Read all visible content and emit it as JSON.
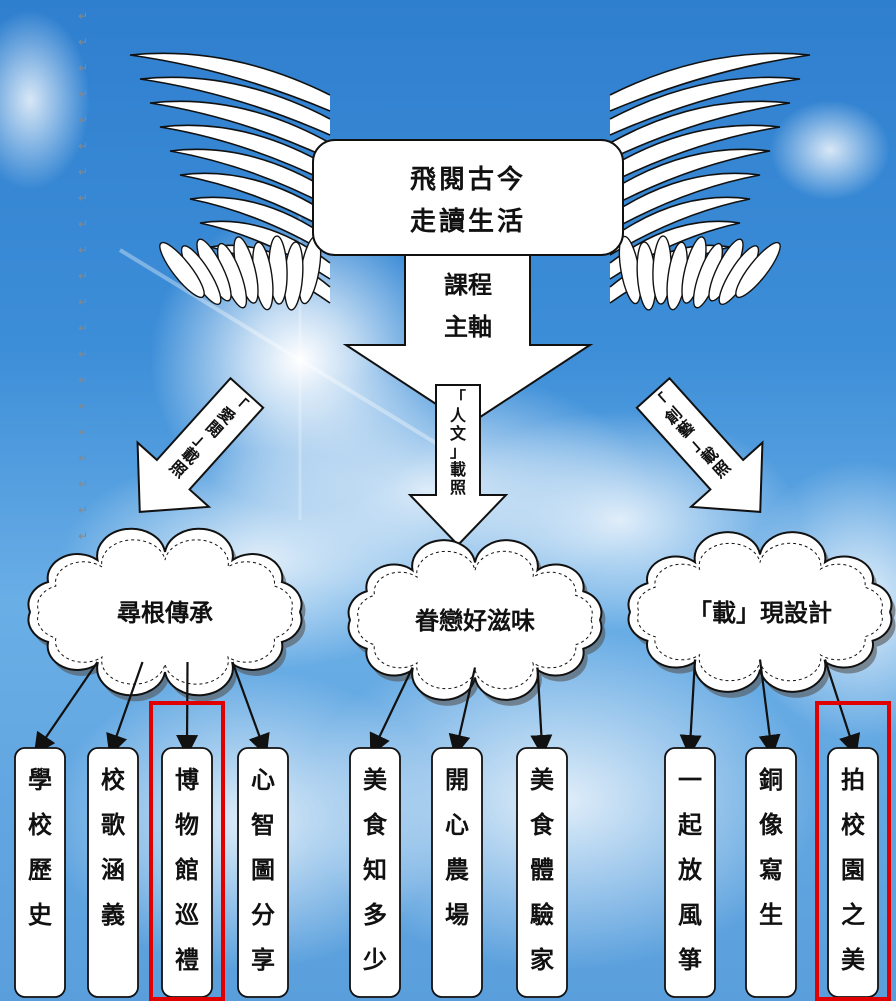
{
  "root": {
    "title_line1": "飛閱古今",
    "title_line2": "走讀生活"
  },
  "main_axis": {
    "line1": "課程",
    "line2": "主軸"
  },
  "branches": [
    {
      "arrow_label": "「愛閱」載照",
      "cloud_label": "尋根傳承",
      "items": [
        "學校歷史",
        "校歌涵義",
        "博物館巡禮",
        "心智圖分享"
      ],
      "highlighted": "博物館巡禮"
    },
    {
      "arrow_label": "「人文」載照",
      "cloud_label": "眷戀好滋味",
      "items": [
        "美食知多少",
        "開心農場",
        "美食體驗家"
      ],
      "highlighted": ""
    },
    {
      "arrow_label": "「創藝」載照",
      "cloud_label": "「載」現設計",
      "items": [
        "一起放風箏",
        "銅像寫生",
        "拍校園之美"
      ],
      "highlighted": "拍校園之美"
    }
  ],
  "colors": {
    "sky": "#3d8ed8",
    "box_fill": "#ffffff",
    "stroke": "#111111",
    "highlight": "#e00000"
  }
}
